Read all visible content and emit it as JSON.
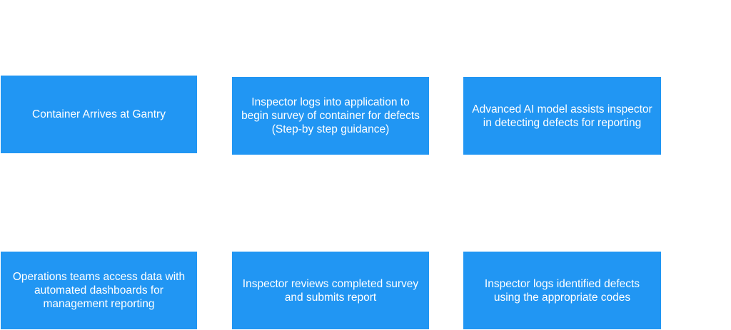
{
  "steps": [
    {
      "text": "Container Arrives at Gantry"
    },
    {
      "text": "Inspector logs into application to begin survey of container for defects (Step-by step guidance)"
    },
    {
      "text": "Advanced AI model assists inspector in detecting defects for reporting"
    },
    {
      "text": "Operations teams access data with automated dashboards for management  reporting"
    },
    {
      "text": "Inspector reviews completed survey and submits report"
    },
    {
      "text": "Inspector logs identified defects using the appropriate codes"
    }
  ],
  "colors": {
    "box_fill": "#2196f3",
    "box_text": "#ffffff",
    "background": "#ffffff"
  }
}
